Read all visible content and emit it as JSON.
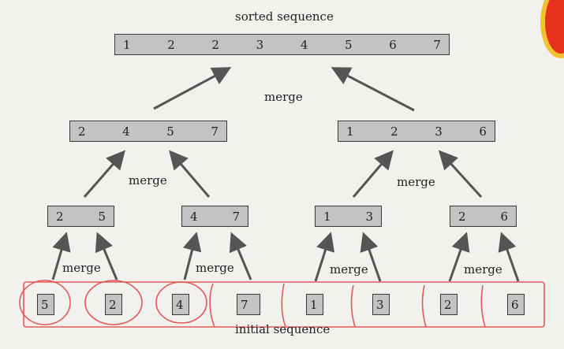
{
  "title": "sorted sequence",
  "footer": "initial sequence",
  "merge_label": "merge",
  "levels": {
    "sorted": [
      "1",
      "2",
      "2",
      "3",
      "4",
      "5",
      "6",
      "7"
    ],
    "halves": [
      [
        "2",
        "4",
        "5",
        "7"
      ],
      [
        "1",
        "2",
        "3",
        "6"
      ]
    ],
    "pairs": [
      [
        "2",
        "5"
      ],
      [
        "4",
        "7"
      ],
      [
        "1",
        "3"
      ],
      [
        "2",
        "6"
      ]
    ],
    "initial": [
      "5",
      "2",
      "4",
      "7",
      "1",
      "3",
      "2",
      "6"
    ]
  },
  "colors": {
    "box_fill": "#c3c3c3",
    "arrow": "#555555",
    "annotation": "#e05a5a",
    "corner": "#e8321c"
  }
}
